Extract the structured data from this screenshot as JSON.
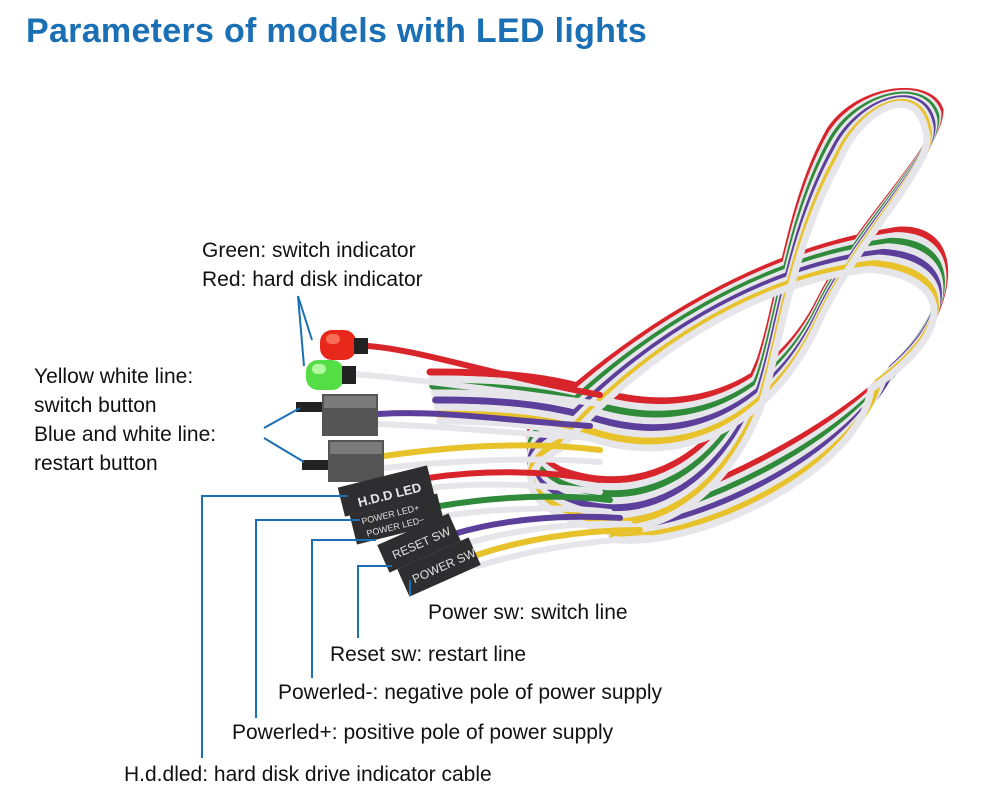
{
  "title": "Parameters of models with LED lights",
  "labels": {
    "led_green": "Green: switch indicator",
    "led_red": "Red: hard disk indicator",
    "yellow_white": "Yellow white line:",
    "switch_button": "switch button",
    "blue_white": "Blue and white line:",
    "restart_button": "restart button",
    "power_sw": "Power sw: switch line",
    "reset_sw": "Reset sw: restart line",
    "powerled_neg": "Powerled-: negative pole of power supply",
    "powerled_pos": "Powerled+: positive pole of power supply",
    "hdd_led": "H.d.dled: hard disk drive indicator cable"
  },
  "connector_text": {
    "hdd_led": "H.D.D LED",
    "power_led_plus": "POWER LED+",
    "power_led_minus": "POWER LED−",
    "reset_sw": "RESET SW",
    "power_sw": "POWER SW"
  },
  "colors": {
    "title": "#1a6fb5",
    "pointer": "#1a6fb5",
    "wire_red": "#d8252b",
    "wire_white": "#e6e6ea",
    "wire_green": "#2f8a3a",
    "wire_purple": "#5b3f9a",
    "wire_yellow": "#e8c22a",
    "connector": "#2e2e30",
    "led_red": "#f0301c",
    "led_green": "#58e04c"
  }
}
